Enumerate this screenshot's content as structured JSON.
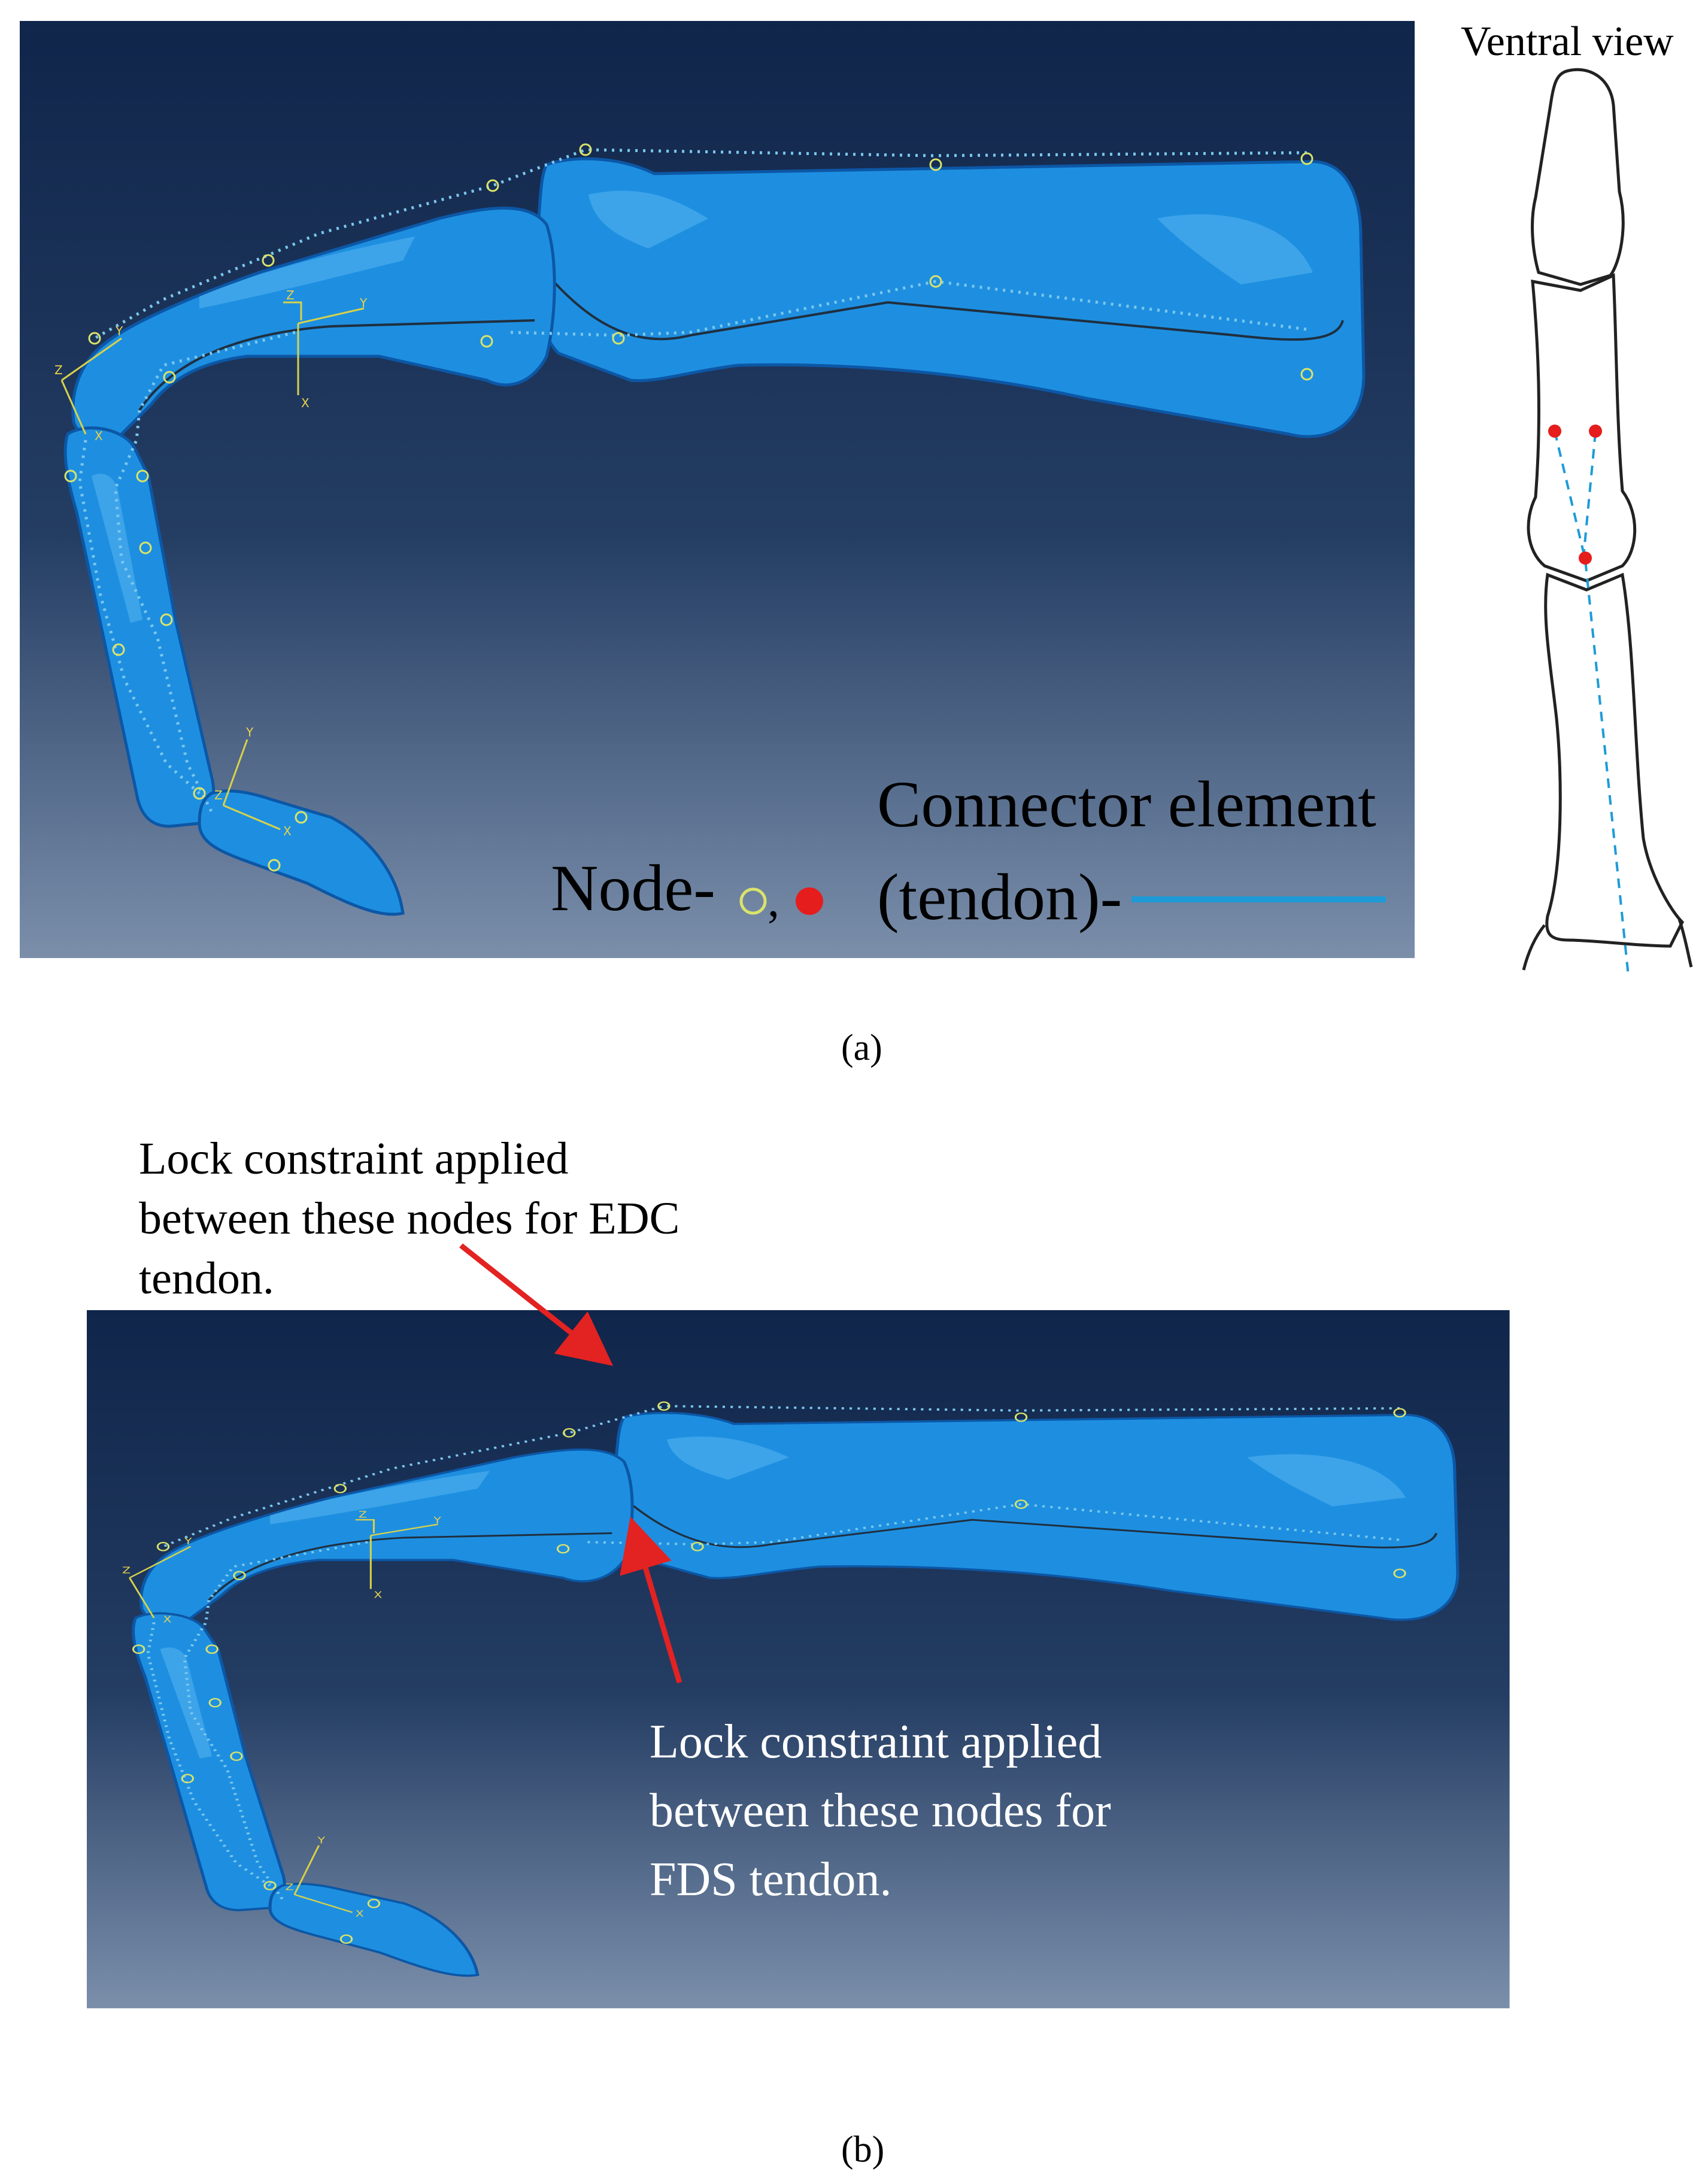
{
  "panel_a": {
    "label": "(a)",
    "legend_node": "Node-",
    "legend_node_sep": ",",
    "legend_connector_line1": "Connector element",
    "legend_connector_line2": "(tendon)-",
    "colors": {
      "node_ring": "#d9e36a",
      "node_fill": "#e51d1d",
      "tendon": "#1e9bd7"
    }
  },
  "ventral": {
    "title": "Ventral view"
  },
  "panel_b": {
    "label": "(b)",
    "edc_annotation": [
      "Lock constraint applied",
      "between these nodes for EDC",
      "tendon."
    ],
    "fds_annotation": [
      "Lock constraint applied",
      "between these nodes for",
      "FDS tendon."
    ],
    "arrow_color": "#e32222"
  },
  "axis_labels": {
    "x": "X",
    "y": "Y",
    "z": "Z"
  }
}
